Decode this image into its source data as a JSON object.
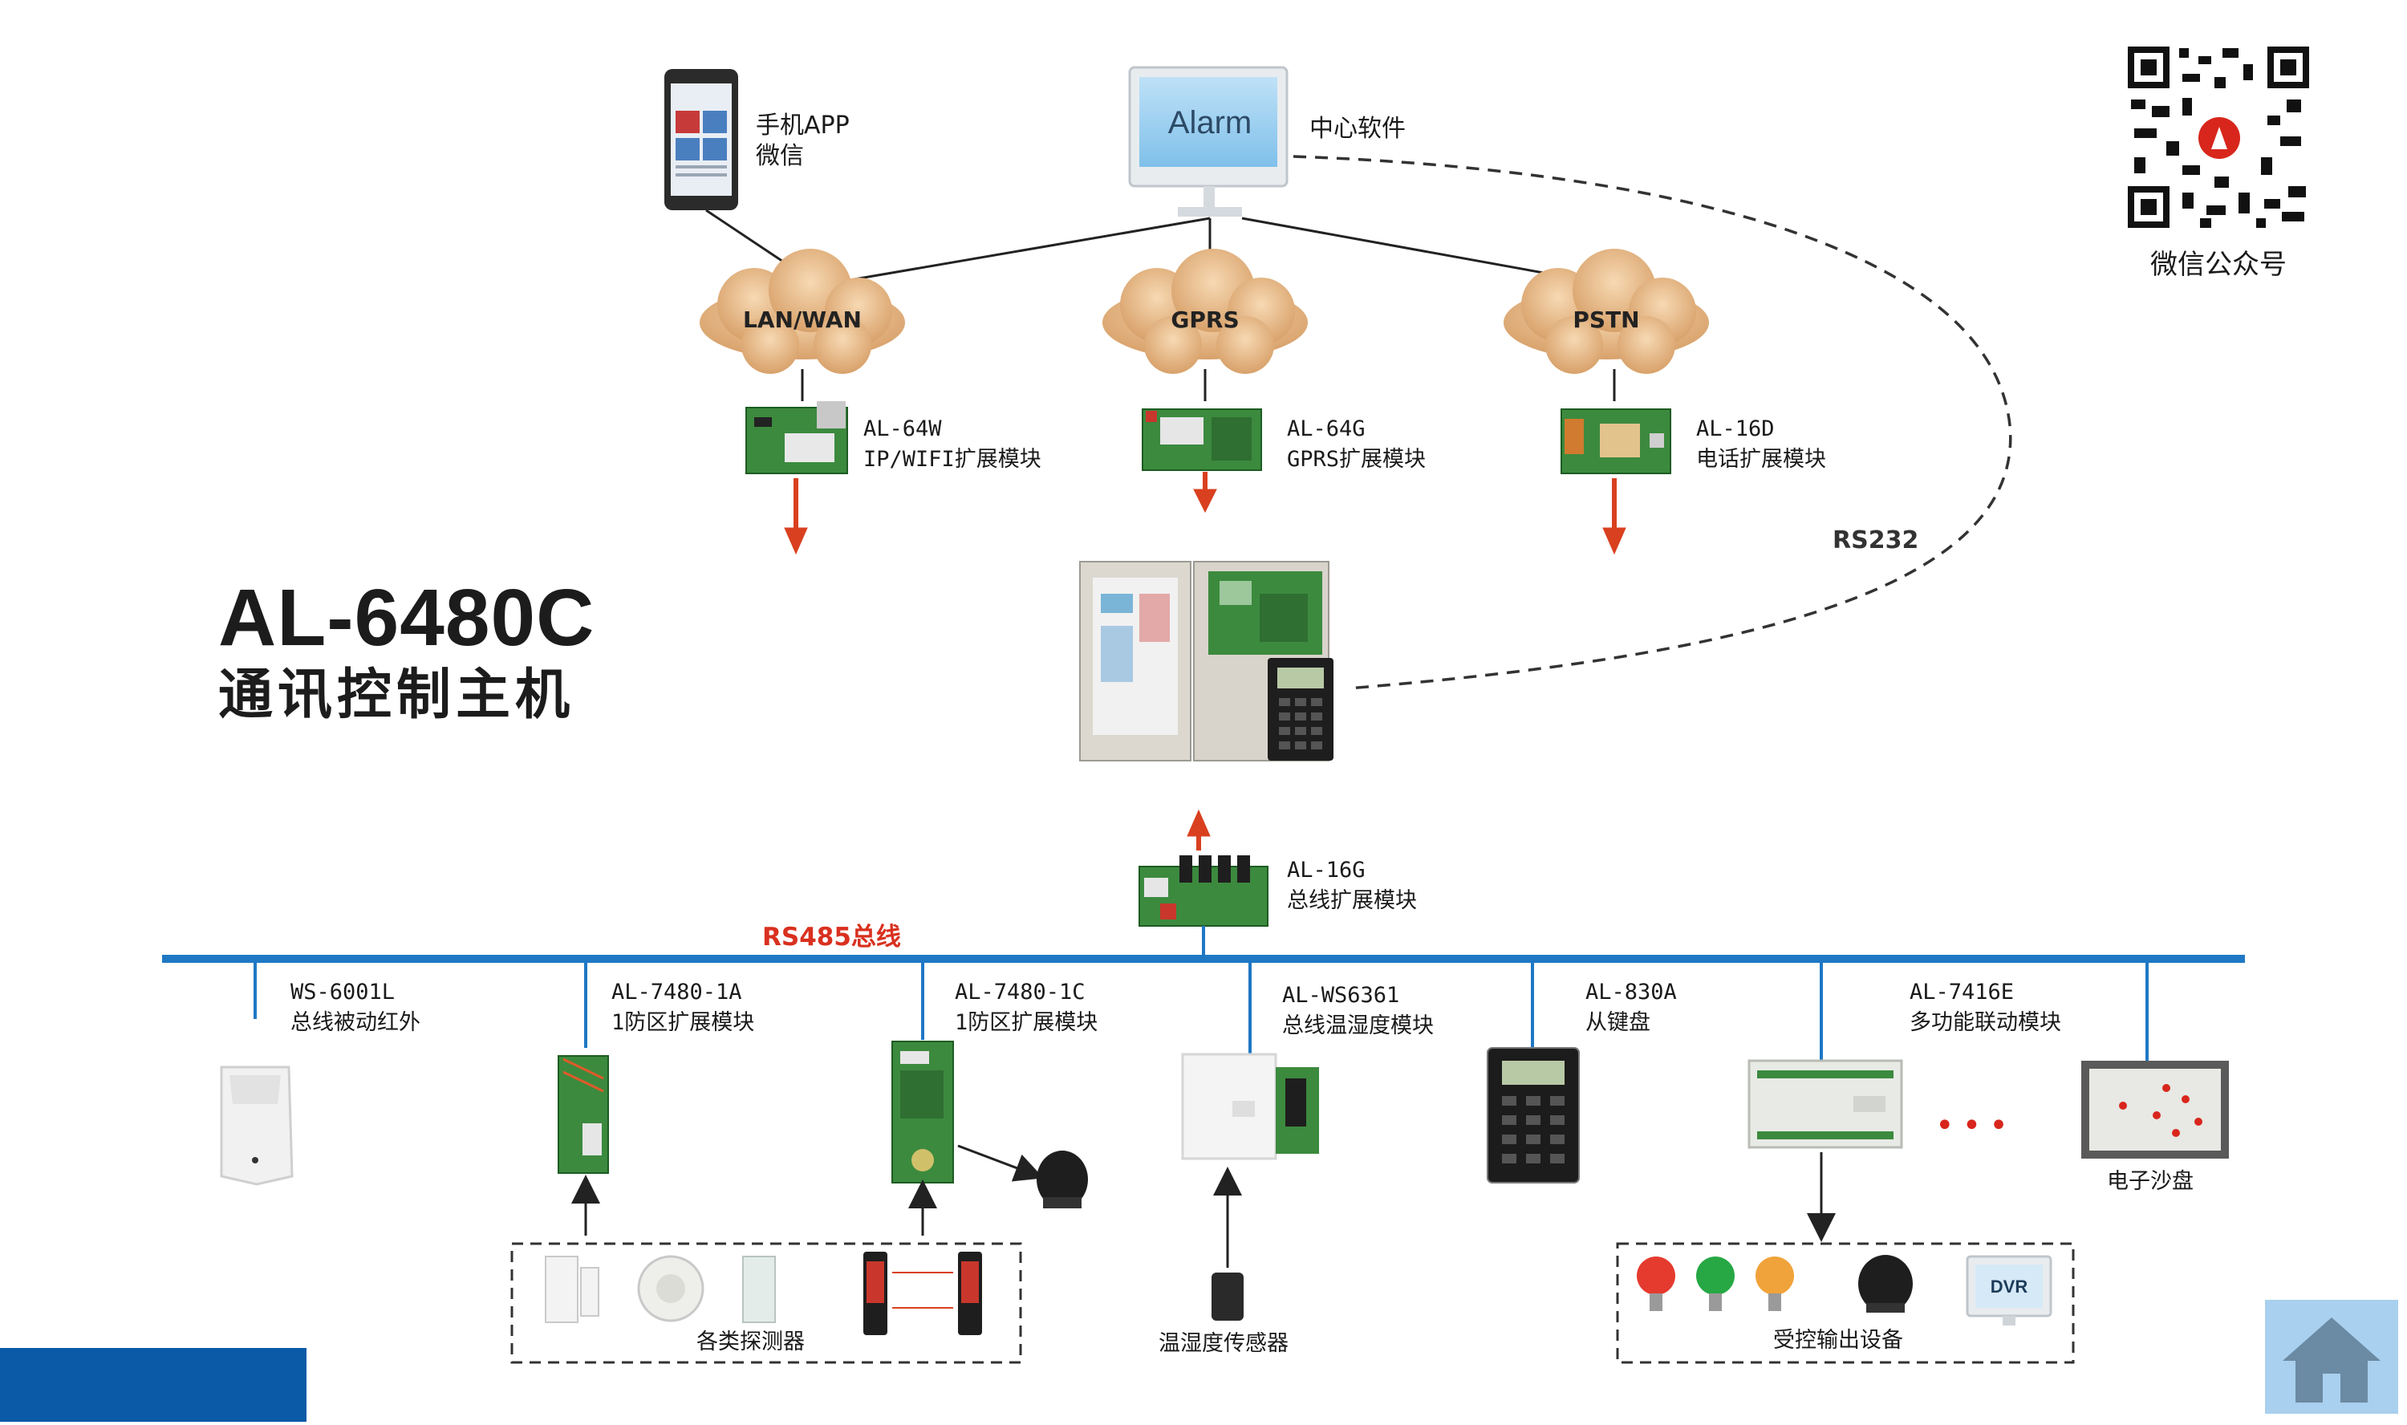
{
  "title": "AL-6480C",
  "subtitle": "通讯控制主机",
  "qr_label": "微信公众号",
  "monitor_text": "Alarm",
  "app_label": {
    "line1": "手机APP",
    "line2": "微信"
  },
  "software_label": "中心软件",
  "clouds": [
    "LAN/WAN",
    "GPRS",
    "PSTN"
  ],
  "modules": {
    "al64w": {
      "line1": "AL-64W",
      "line2": "IP/WIFI扩展模块"
    },
    "al64g": {
      "line1": "AL-64G",
      "line2": "GPRS扩展模块"
    },
    "al16d": {
      "line1": "AL-16D",
      "line2": "电话扩展模块"
    }
  },
  "rs232_label": "RS232",
  "bus_module": {
    "line1": "AL-16G",
    "line2": "总线扩展模块"
  },
  "rs485_label": "RS485总线",
  "bus_devices": [
    {
      "line1": "WS-6001L",
      "line2": "总线被动红外"
    },
    {
      "line1": "AL-7480-1A",
      "line2": "1防区扩展模块"
    },
    {
      "line1": "AL-7480-1C",
      "line2": "1防区扩展模块"
    },
    {
      "line1": "AL-WS6361",
      "line2": "总线温湿度模块"
    },
    {
      "line1": "AL-830A",
      "line2": "从键盘"
    },
    {
      "line1": "AL-7416E",
      "line2": "多功能联动模块"
    }
  ],
  "group_labels": {
    "detectors": "各类探测器",
    "sensor": "温湿度传感器",
    "outputs": "受控输出设备",
    "sandtable": "电子沙盘"
  },
  "dvr_text": "DVR",
  "colors": {
    "bus": "#1f78c4",
    "arrow": "#d9401f",
    "cloud": "#e6b07a",
    "accent_red": "#d9301f"
  }
}
